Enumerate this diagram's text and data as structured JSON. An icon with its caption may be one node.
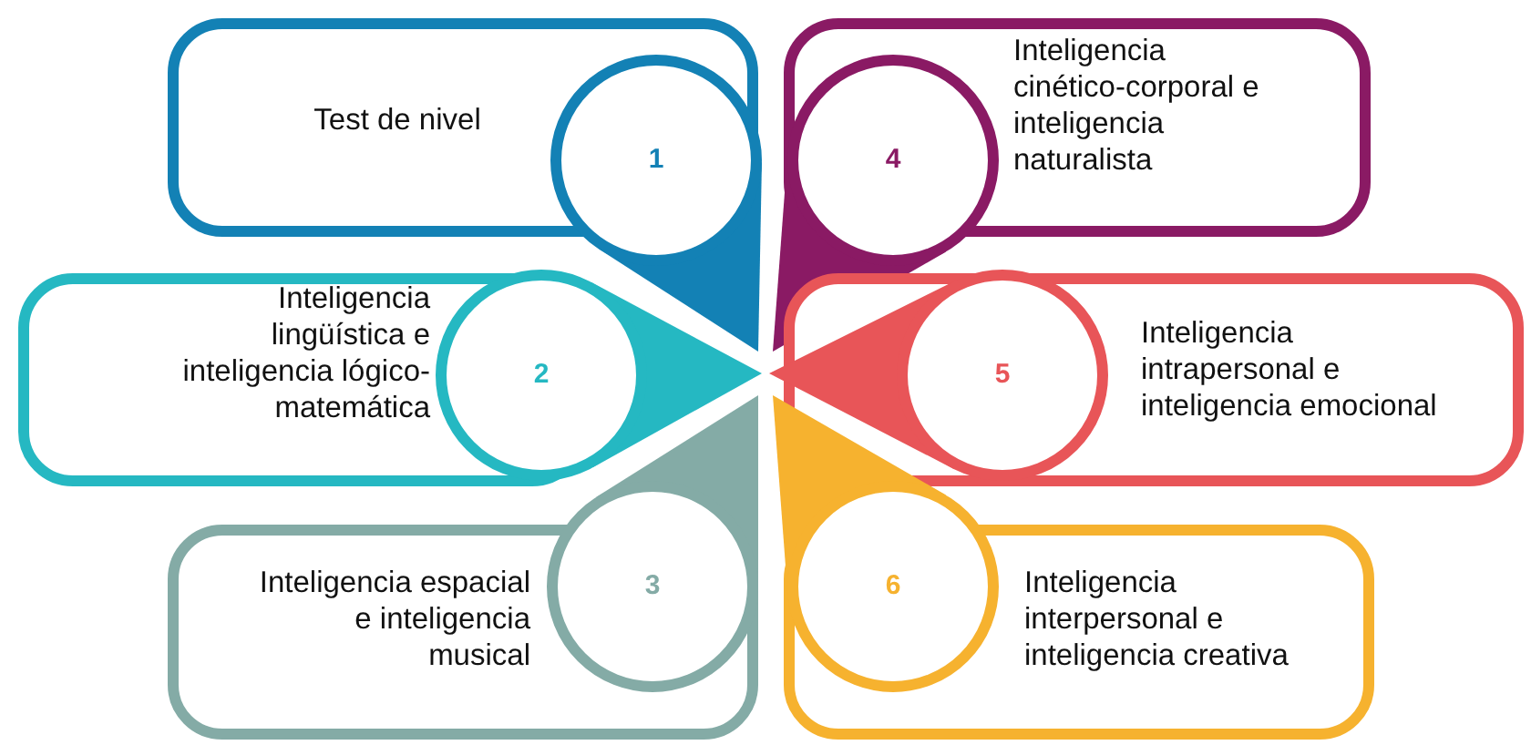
{
  "diagram": {
    "nodes": [
      {
        "text": [
          "Test de nivel",
          "1"
        ]
      },
      {
        "text": [
          "Inteligencia lingüística e inteligencia lógico-matemática",
          "2"
        ]
      },
      {
        "text": [
          "Inteligencia espacial e inteligencia musical",
          "3"
        ]
      },
      {
        "text": [
          "4",
          "Inteligencia cinético-corporal e inteligencia naturalista"
        ]
      },
      {
        "text": [
          "5",
          "Inteligencia intrapersonal e inteligencia emocional"
        ]
      },
      {
        "text": [
          "6",
          "Inteligencia interpersonal e inteligencia creativa"
        ]
      }
    ]
  }
}
